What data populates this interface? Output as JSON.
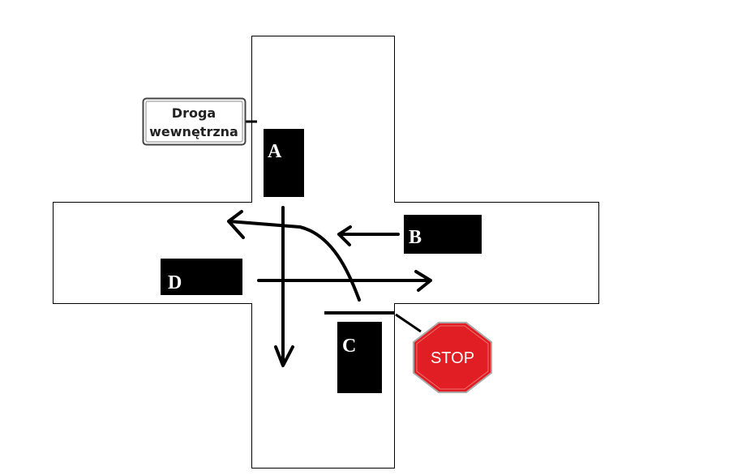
{
  "road_sign": {
    "line1": "Droga",
    "line2": "wewnętrzna"
  },
  "vehicles": [
    {
      "id": "A",
      "label": "A"
    },
    {
      "id": "B",
      "label": "B"
    },
    {
      "id": "C",
      "label": "C"
    },
    {
      "id": "D",
      "label": "D"
    }
  ],
  "stop_sign": {
    "text": "STOP",
    "color": "#e01e24"
  }
}
